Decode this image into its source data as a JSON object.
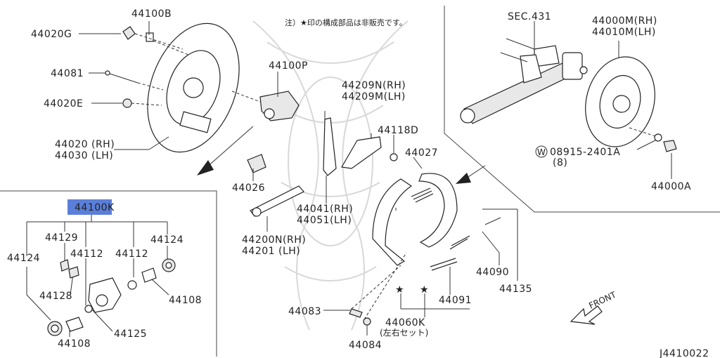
{
  "note": "注）★印の構成部品は非販売です。",
  "diagram_code": "J4410022",
  "front_label": "FRONT",
  "highlight_part": "44100K",
  "labels": {
    "p44100B": "44100B",
    "p44020G": "44020G",
    "p44081": "44081",
    "p44020E": "44020E",
    "p44020": "44020 (RH)",
    "p44030": "44030 (LH)",
    "p44100P": "44100P",
    "p44209N": "44209N(RH)",
    "p44209M": "44209M(LH)",
    "p44118D": "44118D",
    "p44027": "44027",
    "p44026": "44026",
    "p44041": "44041(RH)",
    "p44051": "44051(LH)",
    "p44200N": "44200N(RH)",
    "p44201": "44201  (LH)",
    "pSEC": "SEC.431",
    "p44000M": "44000M(RH)",
    "p44010M": "44010M(LH)",
    "pBolt": "08915-2401A",
    "pBoltQty": "(8)",
    "pBoltW": "W",
    "p44000A": "44000A",
    "p44129": "44129",
    "p44124a": "44124",
    "p44124b": "44124",
    "p44112a": "44112",
    "p44112b": "44112",
    "p44128": "44128",
    "p44108a": "44108",
    "p44108b": "44108",
    "p44125": "44125",
    "p44090": "44090",
    "p44135": "44135",
    "p44091": "44091",
    "p44083": "44083",
    "p44060K": "44060K",
    "p44060Ksub": "(左右セット)",
    "p44084": "44084"
  }
}
